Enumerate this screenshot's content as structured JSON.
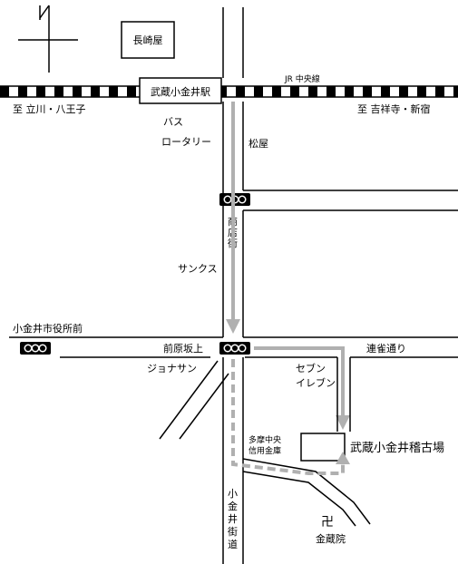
{
  "map": {
    "labels": {
      "nagasakiya": "長崎屋",
      "station": "武蔵小金井駅",
      "line": "JR 中央線",
      "to_west": "至 立川・八王子",
      "to_east": "至 吉祥寺・新宿",
      "bus_1": "バス",
      "bus_2": "ロータリー",
      "matsuya": "松屋",
      "shoten_1": "商",
      "shoten_2": "店",
      "shoten_3": "街",
      "suncus": "サンクス",
      "city_hall": "小金井市役所前",
      "maehara": "前原坂上",
      "renjaku": "連雀通り",
      "jonathan": "ジョナサン",
      "seven_1": "セブン",
      "seven_2": "イレブン",
      "bank_1": "多摩中央",
      "bank_2": "信用金庫",
      "dojo": "武蔵小金井稽古場",
      "kaidou_1": "小",
      "kaidou_2": "金",
      "kaidou_3": "井",
      "kaidou_4": "街",
      "kaidou_5": "道",
      "temple_mark": "卍",
      "temple": "金蔵院"
    },
    "colors": {
      "route": "#b0b0b0",
      "road": "#000000"
    }
  }
}
